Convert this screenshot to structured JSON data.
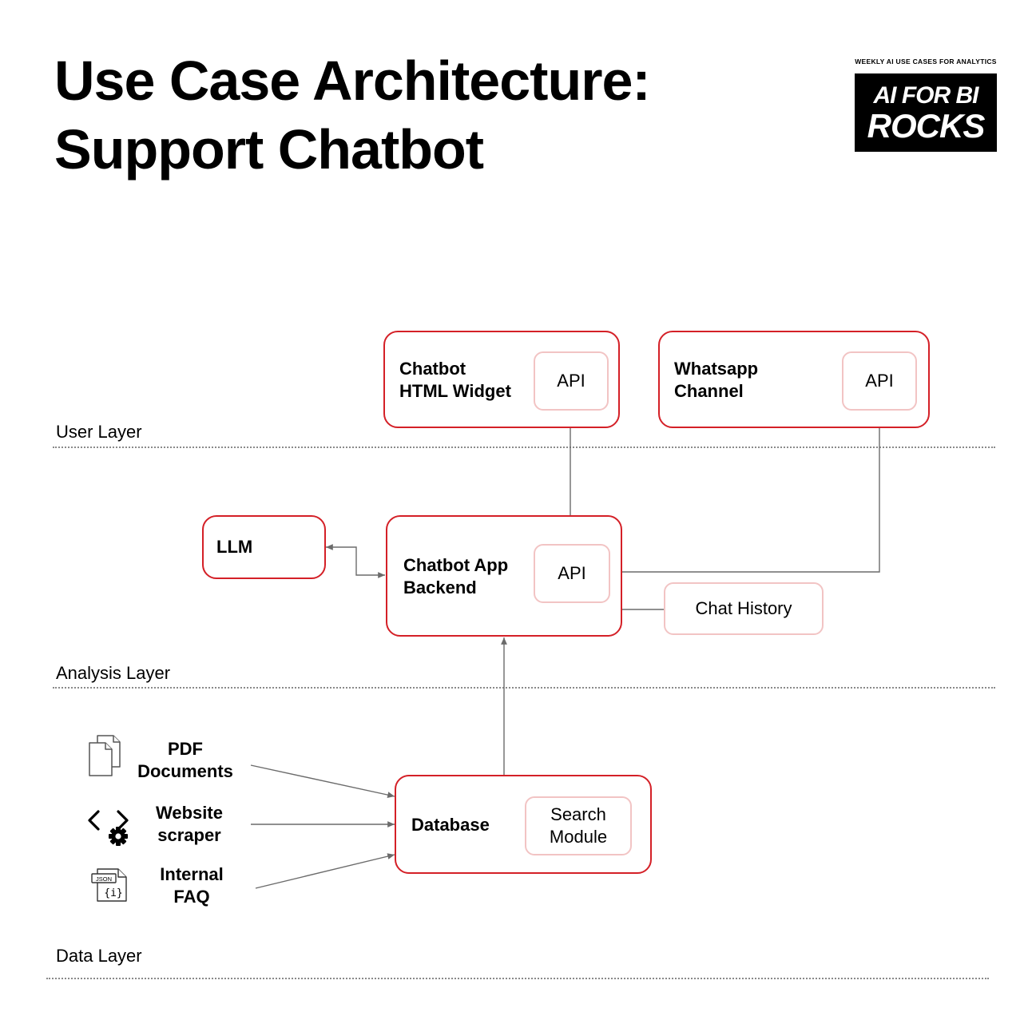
{
  "title": {
    "line1": "Use Case Architecture:",
    "line2": "Support Chatbot"
  },
  "brand": {
    "tagline": "WEEKLY AI USE CASES FOR ANALYTICS",
    "line1": "AI FOR BI",
    "line2": "ROCKS"
  },
  "layers": {
    "user": "User Layer",
    "analysis": "Analysis Layer",
    "data": "Data Layer"
  },
  "nodes": {
    "widget": {
      "line1": "Chatbot",
      "line2": "HTML Widget",
      "api": "API"
    },
    "whatsapp": {
      "line1": "Whatsapp",
      "line2": "Channel",
      "api": "API"
    },
    "llm": {
      "label": "LLM"
    },
    "backend": {
      "line1": "Chatbot App",
      "line2": "Backend",
      "api": "API"
    },
    "chat_history": {
      "label": "Chat History"
    },
    "database": {
      "label": "Database",
      "module_line1": "Search",
      "module_line2": "Module"
    }
  },
  "sources": {
    "pdf": {
      "line1": "PDF",
      "line2": "Documents",
      "icon": "documents-icon"
    },
    "web": {
      "line1": "Website",
      "line2": "scraper",
      "icon": "code-gear-icon"
    },
    "faq": {
      "line1": "Internal",
      "line2": "FAQ",
      "icon": "json-file-icon",
      "icon_text": "JSON"
    }
  },
  "colors": {
    "box_border": "#d42027",
    "sub_border": "#f2c4c4",
    "line": "#6b6b6b"
  }
}
